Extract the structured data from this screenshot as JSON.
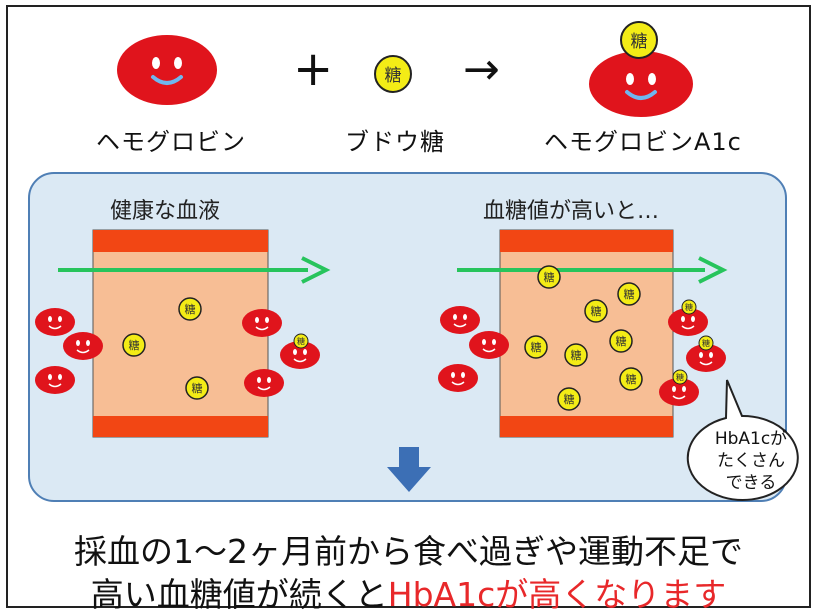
{
  "legend": {
    "hemoglobin_label": "ヘモグロビン",
    "plus": "+",
    "glucose_label": "ブドウ糖",
    "arrow": "→",
    "hba1c_label": "ヘモグロビンA1c",
    "sugar_char": "糖"
  },
  "panel": {
    "left_title": "健康な血液",
    "right_title": "血糖値が高いと…"
  },
  "bubble": {
    "line1": "HbA1cが",
    "line2": "たくさん",
    "line3": "できる"
  },
  "footer": {
    "line1": "採血の1～2ヶ月前から食べ過ぎや運動不足で",
    "line2_black": "高い血糖値が続くと",
    "line2_red": "HbA1cが高くなります"
  },
  "colors": {
    "cell_red": "#e0141c",
    "sugar_yellow": "#f3ec16",
    "vessel_wall": "#f24614",
    "plasma": "#f7be95",
    "flow_arrow": "#27c45c",
    "down_arrow": "#3c6fb5",
    "panel_bg": "#dbe9f4",
    "highlight_text": "#e8282a"
  }
}
